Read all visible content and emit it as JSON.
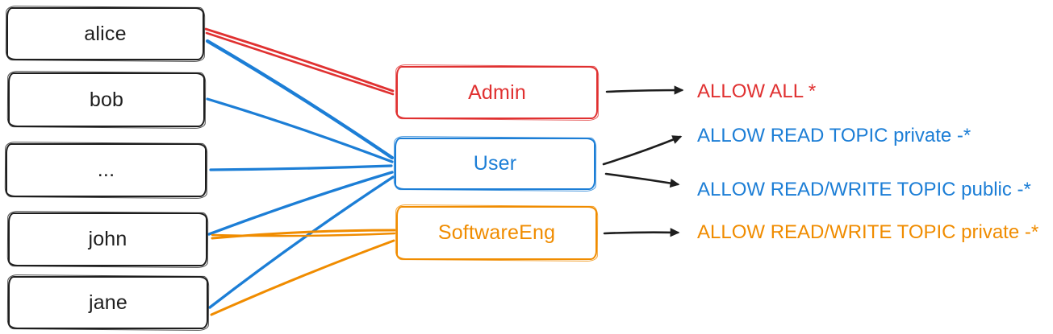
{
  "diagram": {
    "title_hint": "users mapped to roles mapped to ACL permissions",
    "users": [
      {
        "label": "alice"
      },
      {
        "label": "bob"
      },
      {
        "label": "..."
      },
      {
        "label": "john"
      },
      {
        "label": "jane"
      }
    ],
    "roles": [
      {
        "label": "Admin",
        "color": "#e03131"
      },
      {
        "label": "User",
        "color": "#1c7ed6"
      },
      {
        "label": "SoftwareEng",
        "color": "#f08c00"
      }
    ],
    "permissions": [
      {
        "label": "ALLOW ALL *",
        "color": "#e03131"
      },
      {
        "label": "ALLOW READ TOPIC private -*",
        "color": "#1c7ed6"
      },
      {
        "label": "ALLOW READ/WRITE TOPIC public -*",
        "color": "#1c7ed6"
      },
      {
        "label": "ALLOW READ/WRITE TOPIC private -*",
        "color": "#f08c00"
      }
    ],
    "edges": {
      "user_to_role": [
        {
          "from": "alice",
          "to": "Admin",
          "color": "#e03131"
        },
        {
          "from": "alice",
          "to": "User",
          "color": "#1c7ed6"
        },
        {
          "from": "bob",
          "to": "User",
          "color": "#1c7ed6"
        },
        {
          "from": "...",
          "to": "User",
          "color": "#1c7ed6"
        },
        {
          "from": "john",
          "to": "User",
          "color": "#1c7ed6"
        },
        {
          "from": "john",
          "to": "SoftwareEng",
          "color": "#f08c00"
        },
        {
          "from": "jane",
          "to": "User",
          "color": "#1c7ed6"
        },
        {
          "from": "jane",
          "to": "SoftwareEng",
          "color": "#f08c00"
        }
      ],
      "role_to_permission": [
        {
          "from": "Admin",
          "to": "ALLOW ALL *"
        },
        {
          "from": "User",
          "to": "ALLOW READ TOPIC private -*"
        },
        {
          "from": "User",
          "to": "ALLOW READ/WRITE TOPIC public -*"
        },
        {
          "from": "SoftwareEng",
          "to": "ALLOW READ/WRITE TOPIC private -*"
        }
      ]
    },
    "colors": {
      "black": "#1e1e1e",
      "red": "#e03131",
      "blue": "#1c7ed6",
      "orange": "#f08c00"
    }
  }
}
